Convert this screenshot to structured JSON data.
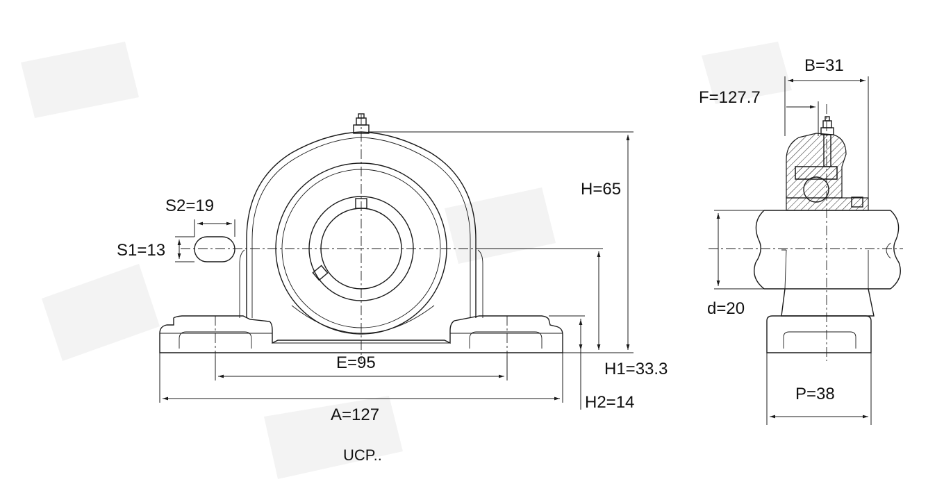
{
  "drawing_title": "UCP..",
  "dimensions": {
    "B": "B=31",
    "F": "F=127.7",
    "H": "H=65",
    "S2": "S2=19",
    "S1": "S1=13",
    "d": "d=20",
    "E": "E=95",
    "H1": "H1=33.3",
    "H2": "H2=14",
    "A": "A=127",
    "P": "P=38"
  }
}
